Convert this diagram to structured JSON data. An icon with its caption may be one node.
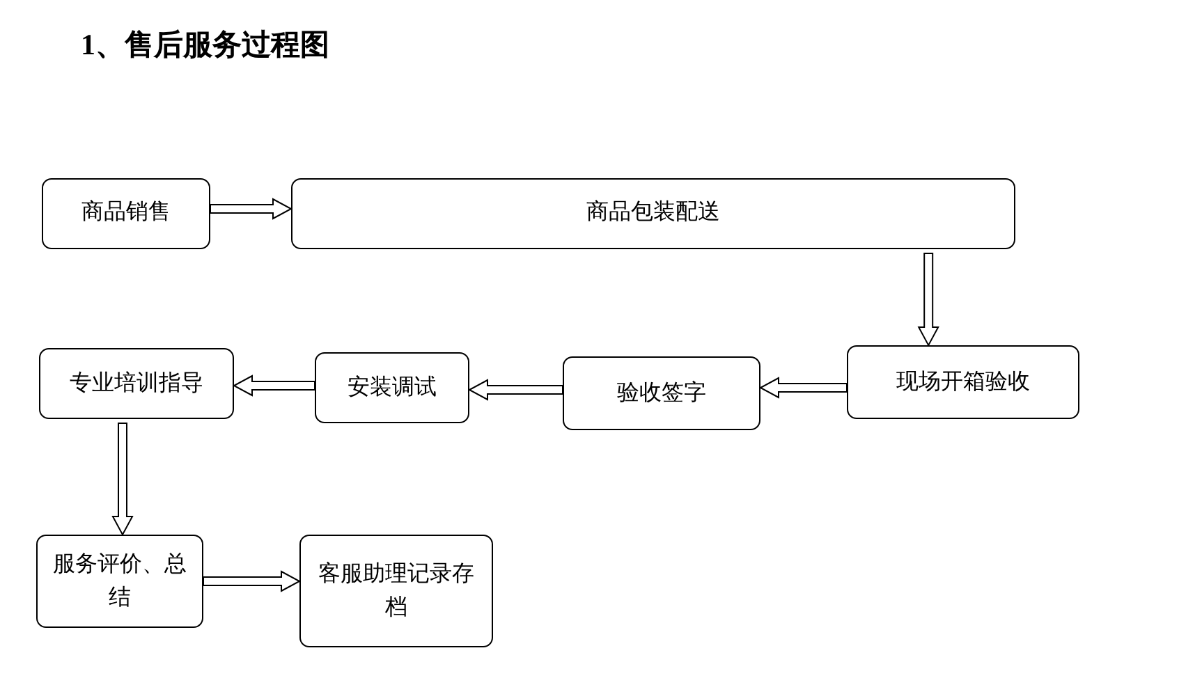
{
  "diagram": {
    "title": "1、售后服务过程图",
    "nodes": [
      {
        "text": [
          "商品销售"
        ]
      },
      {
        "text": [
          "商品包装配送"
        ]
      },
      {
        "text": [
          "现场开箱验收"
        ]
      },
      {
        "text": [
          "验收签字"
        ]
      },
      {
        "text": [
          "安装调试"
        ]
      },
      {
        "text": [
          "专业培训指导"
        ]
      },
      {
        "text": [
          "服务评价、总结"
        ]
      },
      {
        "text": [
          "客服助理记录存档"
        ]
      }
    ],
    "edges": [
      {
        "from": 0,
        "to": 1,
        "arrow": "to"
      },
      {
        "from": 1,
        "to": 2,
        "arrow": "to"
      },
      {
        "from": 2,
        "to": 3,
        "arrow": "to"
      },
      {
        "from": 3,
        "to": 4,
        "arrow": "to"
      },
      {
        "from": 4,
        "to": 5,
        "arrow": "to"
      },
      {
        "from": 5,
        "to": 6,
        "arrow": "to"
      },
      {
        "from": 6,
        "to": 7,
        "arrow": "to"
      }
    ]
  }
}
